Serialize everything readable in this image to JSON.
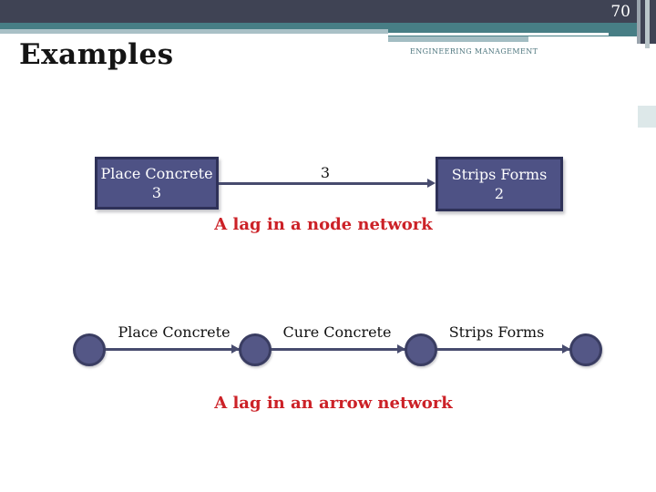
{
  "slide": {
    "page_number": "70",
    "header_label": "ENGINEERING MANAGEMENT",
    "title": "Examples",
    "colors": {
      "header_dark": "#3f4354",
      "header_teal": "#477e85",
      "header_light_strip": "#a9c0c6",
      "node_fill": "#4e5285",
      "node_border": "#2e3158",
      "connector": "#474b6e",
      "caption_red": "#cc2127"
    }
  },
  "node_network": {
    "boxes": [
      {
        "label": "Place Concrete",
        "duration": "3"
      },
      {
        "label": "Strips Forms",
        "duration": "2"
      }
    ],
    "lag_label": "3",
    "caption": "A lag in a node network"
  },
  "arrow_network": {
    "activities": [
      {
        "label": "Place Concrete"
      },
      {
        "label": "Cure Concrete"
      },
      {
        "label": "Strips Forms"
      }
    ],
    "caption": "A lag in an arrow network"
  }
}
